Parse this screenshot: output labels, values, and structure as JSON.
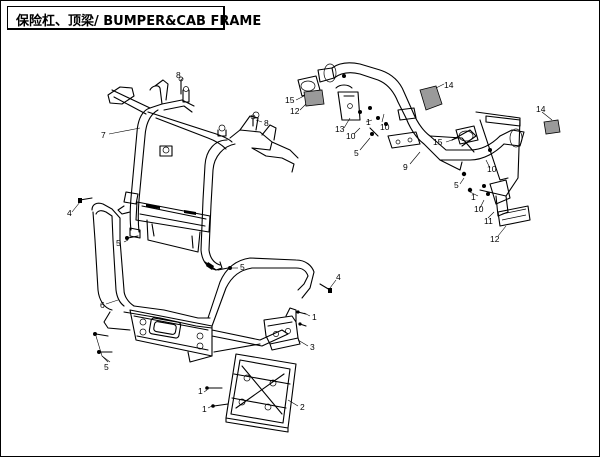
{
  "title": "保险杠、顶梁/ BUMPER&CAB FRAME",
  "callouts": [
    {
      "id": "8a",
      "label": "8"
    },
    {
      "id": "8b",
      "label": "8"
    },
    {
      "id": "7",
      "label": "7"
    },
    {
      "id": "4a",
      "label": "4"
    },
    {
      "id": "5a",
      "label": "5"
    },
    {
      "id": "5b",
      "label": "5"
    },
    {
      "id": "6",
      "label": "6"
    },
    {
      "id": "4b",
      "label": "4"
    },
    {
      "id": "1a",
      "label": "1"
    },
    {
      "id": "3",
      "label": "3"
    },
    {
      "id": "5c",
      "label": "5"
    },
    {
      "id": "2",
      "label": "2"
    },
    {
      "id": "1b",
      "label": "1"
    },
    {
      "id": "1c",
      "label": "1"
    },
    {
      "id": "14a",
      "label": "14"
    },
    {
      "id": "15a",
      "label": "15"
    },
    {
      "id": "12a",
      "label": "12"
    },
    {
      "id": "13",
      "label": "13"
    },
    {
      "id": "10a",
      "label": "10"
    },
    {
      "id": "1d",
      "label": "1"
    },
    {
      "id": "10b",
      "label": "10"
    },
    {
      "id": "5d",
      "label": "5"
    },
    {
      "id": "9",
      "label": "9"
    },
    {
      "id": "14b",
      "label": "14"
    },
    {
      "id": "15b",
      "label": "15"
    },
    {
      "id": "10c",
      "label": "10"
    },
    {
      "id": "5e",
      "label": "5"
    },
    {
      "id": "1e",
      "label": "1"
    },
    {
      "id": "10d",
      "label": "10"
    },
    {
      "id": "11",
      "label": "11"
    },
    {
      "id": "12b",
      "label": "12"
    }
  ]
}
